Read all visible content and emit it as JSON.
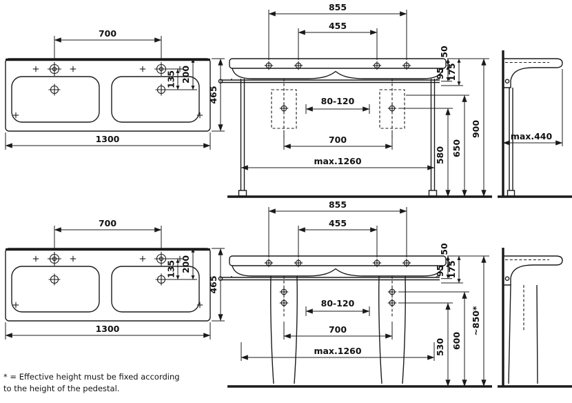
{
  "drawing": {
    "plan": {
      "dim_700": "700",
      "dim_1300": "1300",
      "dim_135": "135",
      "dim_200": "200",
      "dim_465": "465"
    },
    "front_common": {
      "dim_855": "855",
      "dim_455": "455",
      "dim_50": "50",
      "dim_95": "95",
      "dim_175": "175"
    },
    "front_top": {
      "dim_80_120": "80-120",
      "dim_700": "700",
      "dim_580": "580",
      "dim_650": "650",
      "dim_max_1260": "max.1260",
      "dim_900": "900"
    },
    "side_top": {
      "dim_max_440": "max.440"
    },
    "front_bottom": {
      "dim_80_120": "80-120",
      "dim_700": "700",
      "dim_530": "530",
      "dim_600": "600",
      "dim_max_1260": "max.1260",
      "dim_850": "~850*"
    },
    "footnote": {
      "line1": "* = Effective height must be fixed according",
      "line2": "to the height of the pedestal."
    },
    "colors": {
      "line": "#1a1a1a",
      "text": "#111111",
      "background": "#ffffff"
    }
  }
}
